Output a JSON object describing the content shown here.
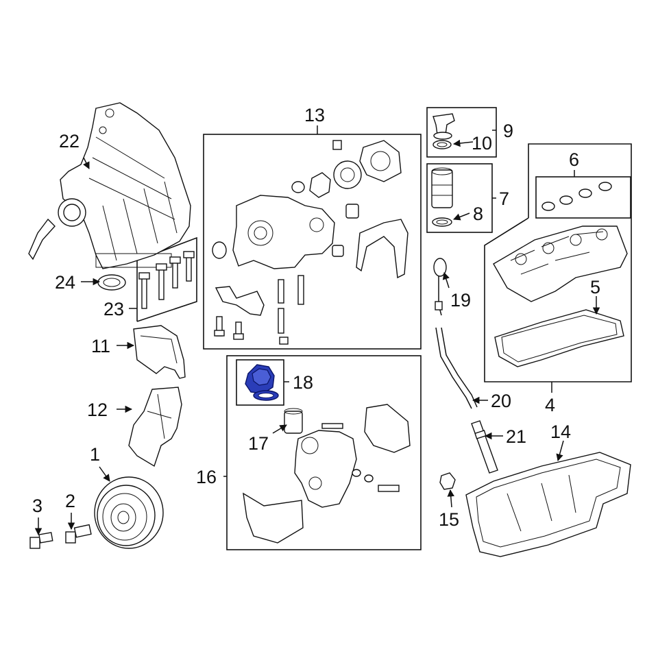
{
  "callouts": {
    "c1": "1",
    "c2": "2",
    "c3": "3",
    "c4": "4",
    "c5": "5",
    "c6": "6",
    "c7": "7",
    "c8": "8",
    "c9": "9",
    "c10": "10",
    "c11": "11",
    "c12": "12",
    "c13": "13",
    "c14": "14",
    "c15": "15",
    "c16": "16",
    "c17": "17",
    "c18": "18",
    "c19": "19",
    "c20": "20",
    "c21": "21",
    "c22": "22",
    "c23": "23",
    "c24": "24"
  },
  "highlight": {
    "part": "18",
    "color": "#2a3db8"
  },
  "colors": {
    "line": "#111111",
    "background": "#ffffff"
  }
}
